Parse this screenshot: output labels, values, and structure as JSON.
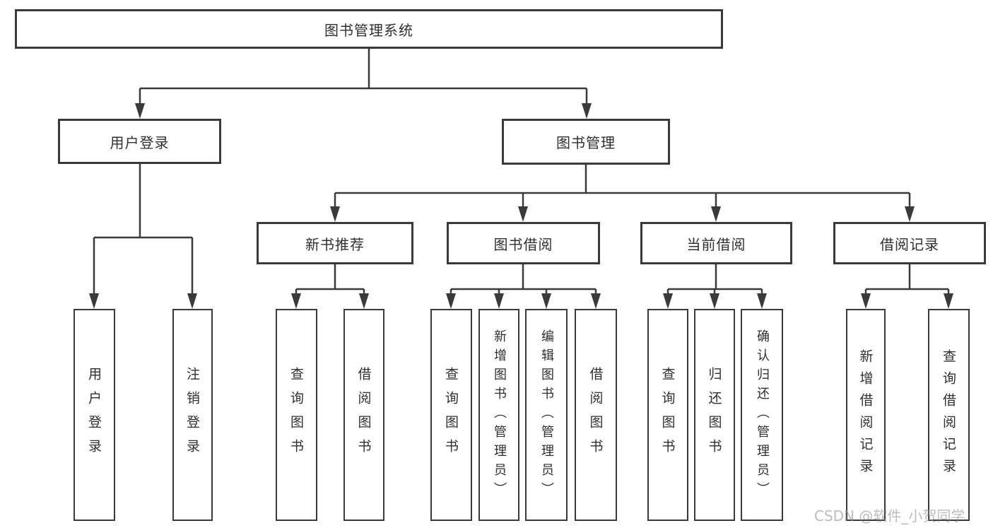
{
  "diagram": {
    "root": {
      "label": "图书管理系统"
    },
    "level2": [
      {
        "label": "用户登录"
      },
      {
        "label": "图书管理"
      }
    ],
    "level3": [
      {
        "label": "新书推荐"
      },
      {
        "label": "图书借阅"
      },
      {
        "label": "当前借阅"
      },
      {
        "label": "借阅记录"
      }
    ],
    "leaves": [
      {
        "label": "用户登录"
      },
      {
        "label": "注销登录"
      },
      {
        "label": "查询图书"
      },
      {
        "label": "借阅图书"
      },
      {
        "label": "查询图书"
      },
      {
        "label": "新增图书（管理员）"
      },
      {
        "label": "编辑图书（管理员）"
      },
      {
        "label": "借阅图书"
      },
      {
        "label": "查询图书"
      },
      {
        "label": "归还图书"
      },
      {
        "label": "确认归还（管理员）"
      },
      {
        "label": "新增借阅记录"
      },
      {
        "label": "查询借阅记录"
      }
    ],
    "watermark": "CSDN @软件_小贺同学",
    "colors": {
      "line": "#3a3a3a",
      "text": "#2f2f2f",
      "watermark": "#919191",
      "background": "#ffffff"
    }
  }
}
